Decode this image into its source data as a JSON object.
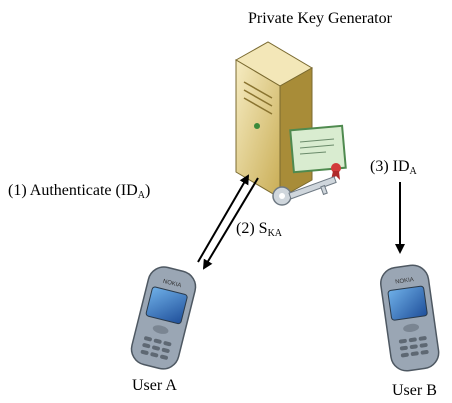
{
  "nodes": {
    "pkg": {
      "label": "Private Key Generator",
      "icon": "server-with-certificate-and-key-icon"
    },
    "user_a": {
      "label": "User A",
      "icon": "mobile-phone-icon",
      "phone_brand": "NOKIA"
    },
    "user_b": {
      "label": "User B",
      "icon": "mobile-phone-icon",
      "phone_brand": "NOKIA"
    }
  },
  "edges": [
    {
      "id": "step1",
      "from": "user_a",
      "to": "pkg",
      "prefix": "(1) Authenticate (ID",
      "subscript": "A",
      "suffix": ")"
    },
    {
      "id": "step2",
      "from": "pkg",
      "to": "user_a",
      "prefix": "(2) S",
      "subscript": "KA",
      "suffix": ""
    },
    {
      "id": "step3",
      "from": "pkg",
      "to": "user_b",
      "prefix": "(3) ID",
      "subscript": "A",
      "suffix": ""
    }
  ],
  "colors": {
    "server_body": "#e8d9a0",
    "server_shadow": "#b59a3c",
    "certificate": "#d9ecd0",
    "seal": "#d23a3a",
    "phone_body": "#9aa6b4",
    "phone_screen": "#3f7fc4",
    "arrow": "#000000"
  }
}
